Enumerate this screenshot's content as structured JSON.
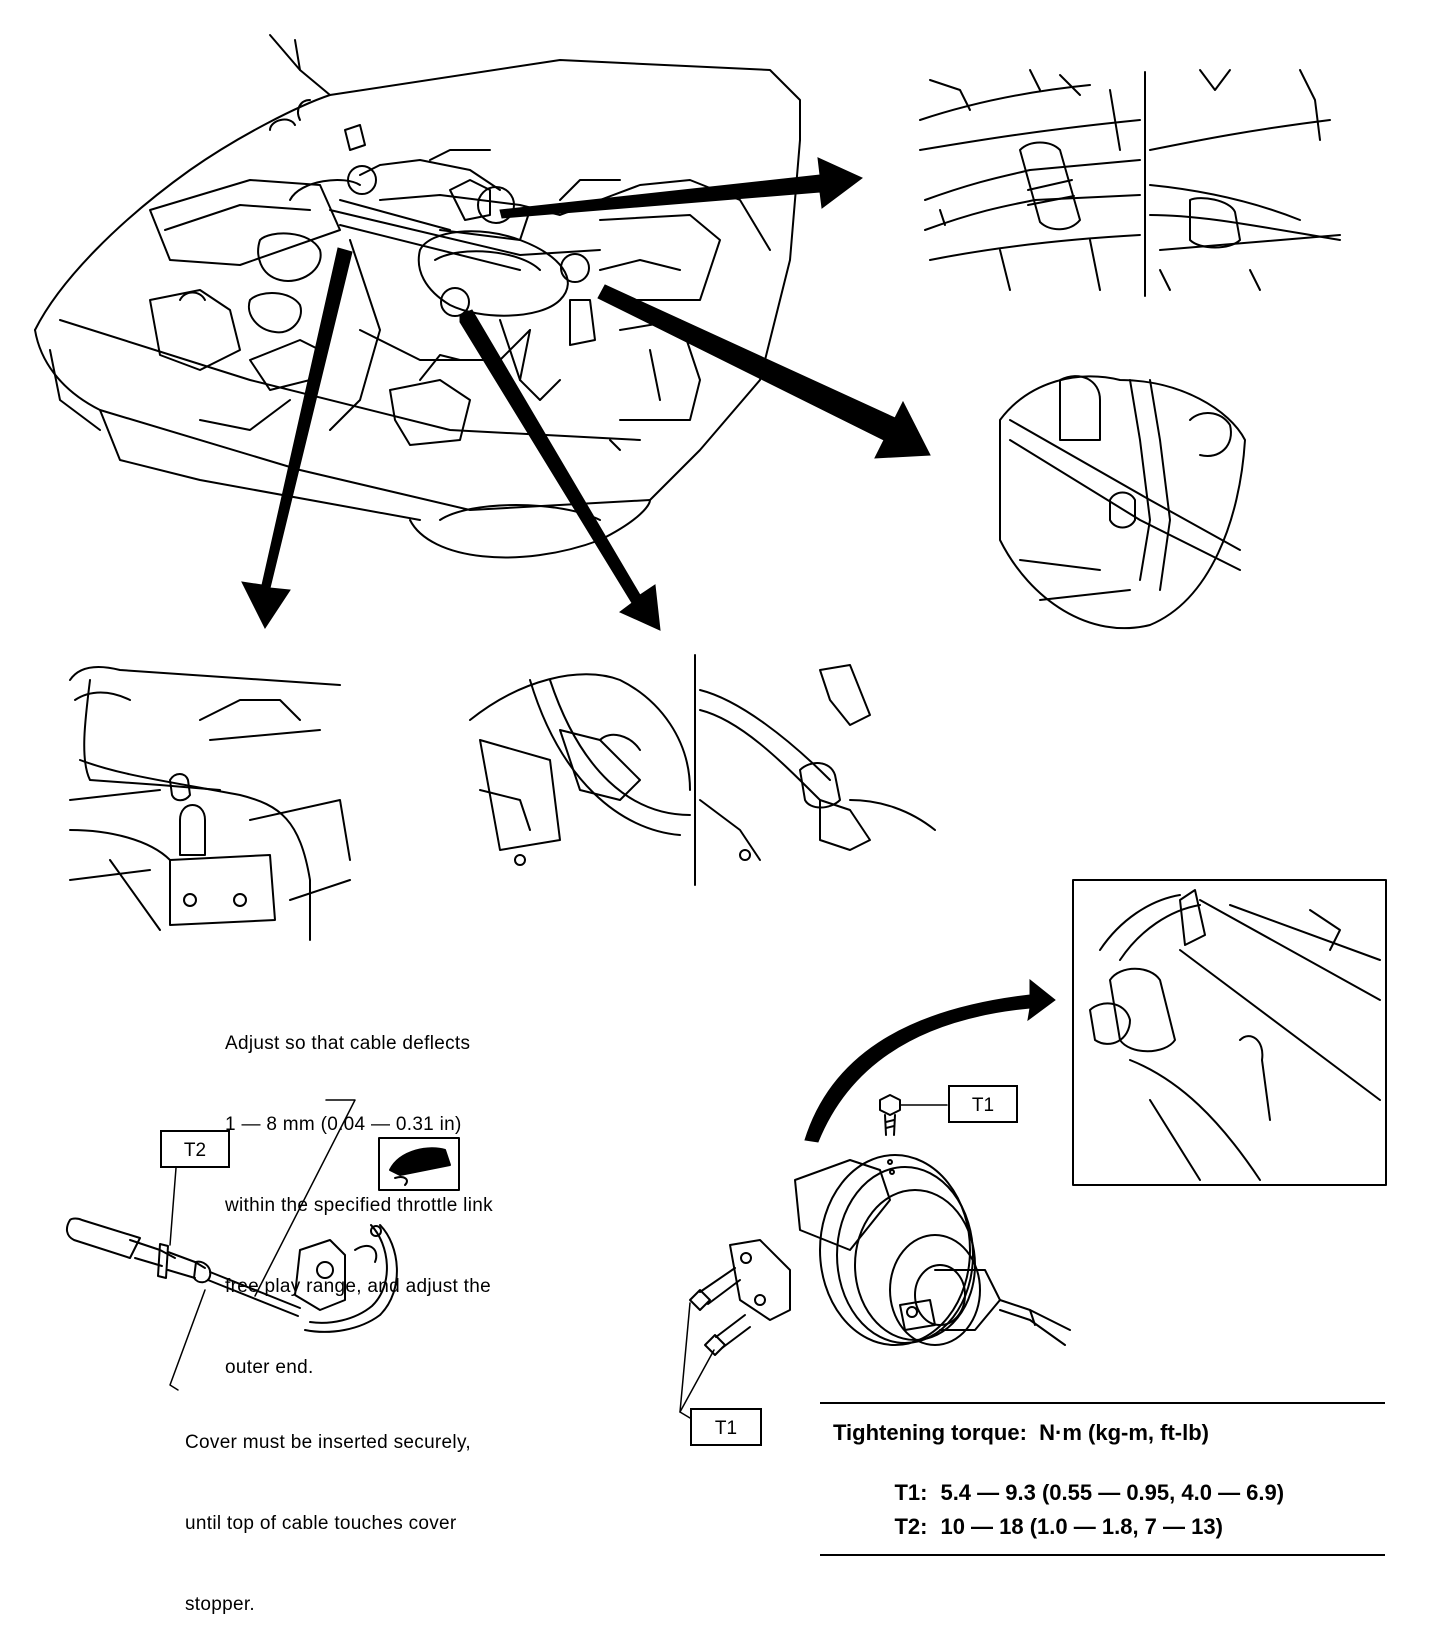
{
  "callouts": {
    "t2_label": "T2",
    "t1_top_label": "T1",
    "t1_bottom_label": "T1"
  },
  "notes": {
    "adjust": [
      "Adjust so that cable deflects",
      "1 — 8 mm (0.04 — 0.31 in)",
      "within the specified throttle link",
      "free play range, and adjust the",
      "outer end."
    ],
    "cover": [
      "Cover must be inserted securely,",
      "until top of cable touches cover",
      "stopper."
    ]
  },
  "torque": {
    "title": "Tightening torque:  N·m (kg-m, ft-lb)",
    "rows": [
      {
        "label": "T1:",
        "value": "5.4 — 9.3 (0.55 — 0.95, 4.0 — 6.9)"
      },
      {
        "label": "T2:",
        "value": "10 — 18 (1.0 — 1.8, 7 — 13)"
      }
    ]
  }
}
